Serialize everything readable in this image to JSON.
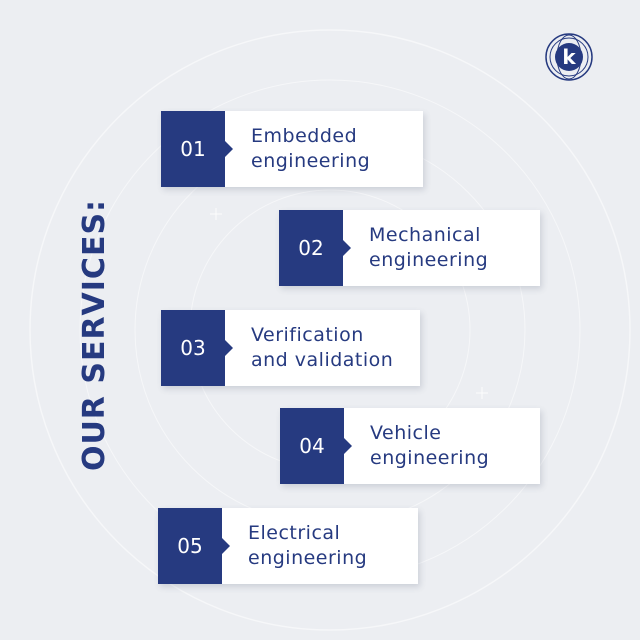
{
  "heading": "OUR SERVICES:",
  "colors": {
    "accent": "#263a80",
    "background": "#eceef2",
    "card": "#ffffff"
  },
  "logo": {
    "letter": "k",
    "icon": "globe-k-logo-icon"
  },
  "services": [
    {
      "number": "01",
      "line1": "Embedded",
      "line2": "engineering"
    },
    {
      "number": "02",
      "line1": "Mechanical",
      "line2": "engineering"
    },
    {
      "number": "03",
      "line1": "Verification",
      "line2": "and validation"
    },
    {
      "number": "04",
      "line1": "Vehicle",
      "line2": "engineering"
    },
    {
      "number": "05",
      "line1": "Electrical",
      "line2": "engineering"
    }
  ]
}
